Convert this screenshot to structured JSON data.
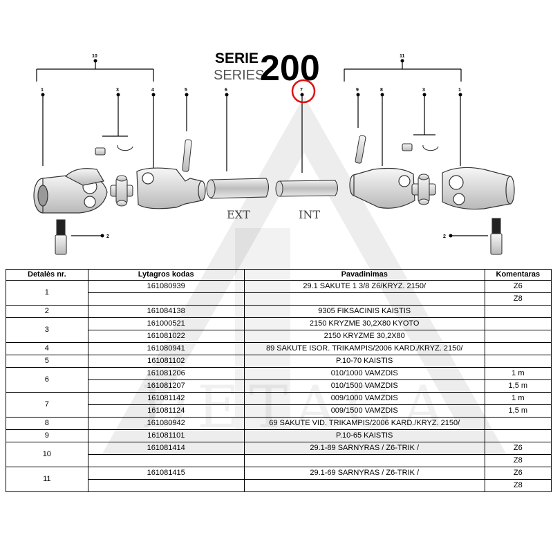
{
  "header": {
    "serie": "SERIE",
    "series": "SERIES",
    "number": "200"
  },
  "diagram": {
    "callouts": {
      "c10": "10",
      "c11": "11",
      "c1": "1",
      "c2": "2",
      "c3": "3",
      "c4": "4",
      "c5": "5",
      "c6": "6",
      "c7": "7",
      "c8": "8",
      "c9": "9"
    },
    "ext_label": "EXT",
    "int_label": "INT",
    "highlight_color": "#e01010"
  },
  "watermark": "DETAGA",
  "table": {
    "headers": [
      "Detalės nr.",
      "Lytagros kodas",
      "Pavadinimas",
      "Komentaras"
    ],
    "rows": [
      {
        "nr": "1",
        "code": "161080939",
        "name": "29.1 SAKUTE 1 3/8 Z6/KRYZ. 2150/",
        "comment": "Z6"
      },
      {
        "nr": "",
        "code": "",
        "name": "",
        "comment": "Z8"
      },
      {
        "nr": "2",
        "code": "161084138",
        "name": "9305 FIKSACINIS KAISTIS",
        "comment": ""
      },
      {
        "nr": "3",
        "code": "161000521",
        "name": "2150 KRYZME 30,2X80 KYOTO",
        "comment": ""
      },
      {
        "nr": "",
        "code": "161081022",
        "name": "2150 KRYZME 30,2X80",
        "comment": ""
      },
      {
        "nr": "4",
        "code": "161080941",
        "name": "89 SAKUTE ISOR. TRIKAMPIS/2006 KARD./KRYZ. 2150/",
        "comment": ""
      },
      {
        "nr": "5",
        "code": "161081102",
        "name": "P.10-70 KAISTIS",
        "comment": ""
      },
      {
        "nr": "6",
        "code": "161081206",
        "name": "010/1000 VAMZDIS",
        "comment": "1 m"
      },
      {
        "nr": "",
        "code": "161081207",
        "name": "010/1500 VAMZDIS",
        "comment": "1,5 m"
      },
      {
        "nr": "7",
        "code": "161081142",
        "name": "009/1000 VAMZDIS",
        "comment": "1 m"
      },
      {
        "nr": "",
        "code": "161081124",
        "name": "009/1500 VAMZDIS",
        "comment": "1,5 m"
      },
      {
        "nr": "8",
        "code": "161080942",
        "name": "69 SAKUTE VID. TRIKAMPIS/2006 KARD./KRYZ. 2150/",
        "comment": ""
      },
      {
        "nr": "9",
        "code": "161081101",
        "name": "P.10-65 KAISTIS",
        "comment": ""
      },
      {
        "nr": "10",
        "code": "161081414",
        "name": "29.1-89 SARNYRAS / Z6-TRIK /",
        "comment": "Z6"
      },
      {
        "nr": "",
        "code": "",
        "name": "",
        "comment": "Z8"
      },
      {
        "nr": "11",
        "code": "161081415",
        "name": "29.1-69 SARNYRAS / Z6-TRIK /",
        "comment": "Z6"
      },
      {
        "nr": "",
        "code": "",
        "name": "",
        "comment": "Z8"
      }
    ]
  }
}
